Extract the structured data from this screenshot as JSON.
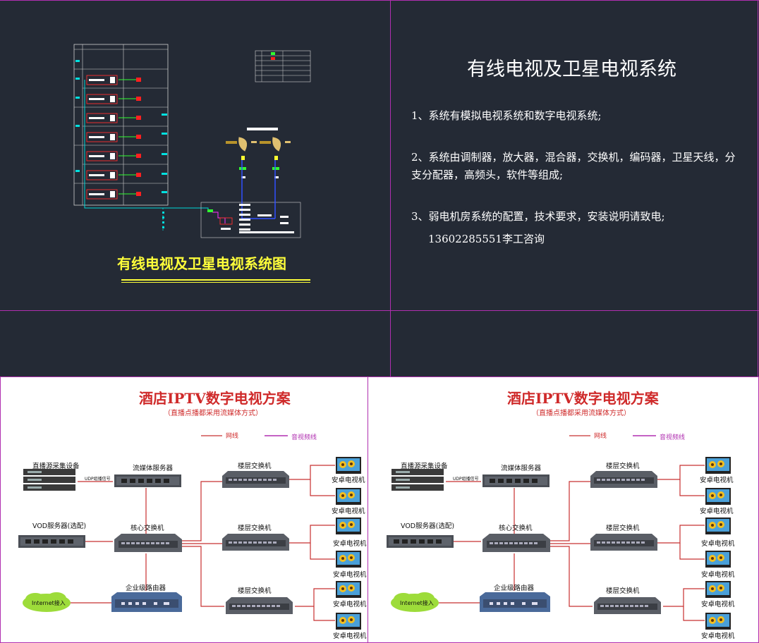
{
  "top_left": {
    "diagram_title": "有线电视及卫星电视系统图"
  },
  "top_right": {
    "title": "有线电视及卫星电视系统",
    "items": [
      "1、系统有模拟电视系统和数字电视系统;",
      "2、系统由调制器，放大器，混合器，交换机，编码器，卫星天线，分支分配器，高频头，软件等组成;",
      "3、弱电机房系统的配置，技术要求，安装说明请致电;"
    ],
    "contact": "13602285551李工咨询"
  },
  "iptv_panels": [
    {
      "title": "酒店IPTV数字电视方案",
      "subtitle": "（直播点播都采用流媒体方式）",
      "legend_network": "网线",
      "legend_av": "音视频线",
      "labels": {
        "live_source": "直播源采集设备",
        "streaming_server": "流媒体服务器",
        "vod_server": "VOD服务器(选配)",
        "core_switch": "核心交换机",
        "router": "企业级路由器",
        "internet": "Internet接入",
        "floor_switch_1": "楼层交换机",
        "floor_switch_2": "楼层交换机",
        "floor_switch_3": "楼层交换机",
        "signal": "UDP组播信号"
      },
      "tv_label": "安卓电视机"
    },
    {
      "title": "酒店IPTV数字电视方案",
      "subtitle": "（直播点播都采用流媒体方式）",
      "legend_network": "网线",
      "legend_av": "音视频线",
      "labels": {
        "live_source": "直播源采集设备",
        "streaming_server": "流媒体服务器",
        "vod_server": "VOD服务器(选配)",
        "core_switch": "核心交换机",
        "router": "企业级路由器",
        "internet": "Internet接入",
        "floor_switch_1": "楼层交换机",
        "floor_switch_2": "楼层交换机",
        "floor_switch_3": "楼层交换机",
        "signal": "UDP组播信号"
      },
      "tv_label": "安卓电视机"
    }
  ]
}
